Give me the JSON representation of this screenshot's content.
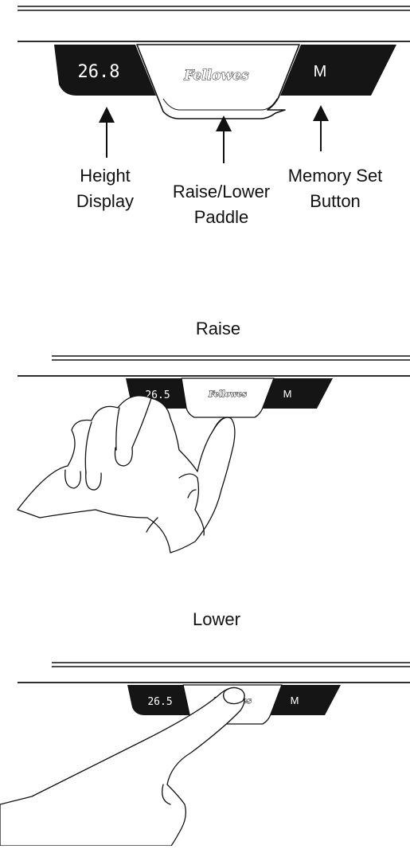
{
  "panel": {
    "brand": "Fellowes",
    "height_reading": "26.8",
    "memory_label": "M"
  },
  "callouts": {
    "height_display": [
      "Height",
      "Display"
    ],
    "paddle": [
      "Raise/Lower",
      "Paddle"
    ],
    "memory_button": [
      "Memory Set",
      "Button"
    ]
  },
  "raise": {
    "heading": "Raise",
    "height_reading": "26.5",
    "memory_label": "M",
    "brand": "Fellowes"
  },
  "lower": {
    "heading": "Lower",
    "height_reading": "26.5",
    "memory_label": "M",
    "brand": "Fellowes"
  },
  "colors": {
    "ink": "#111111",
    "panel": "#151515",
    "paddle": "#ffffff"
  }
}
